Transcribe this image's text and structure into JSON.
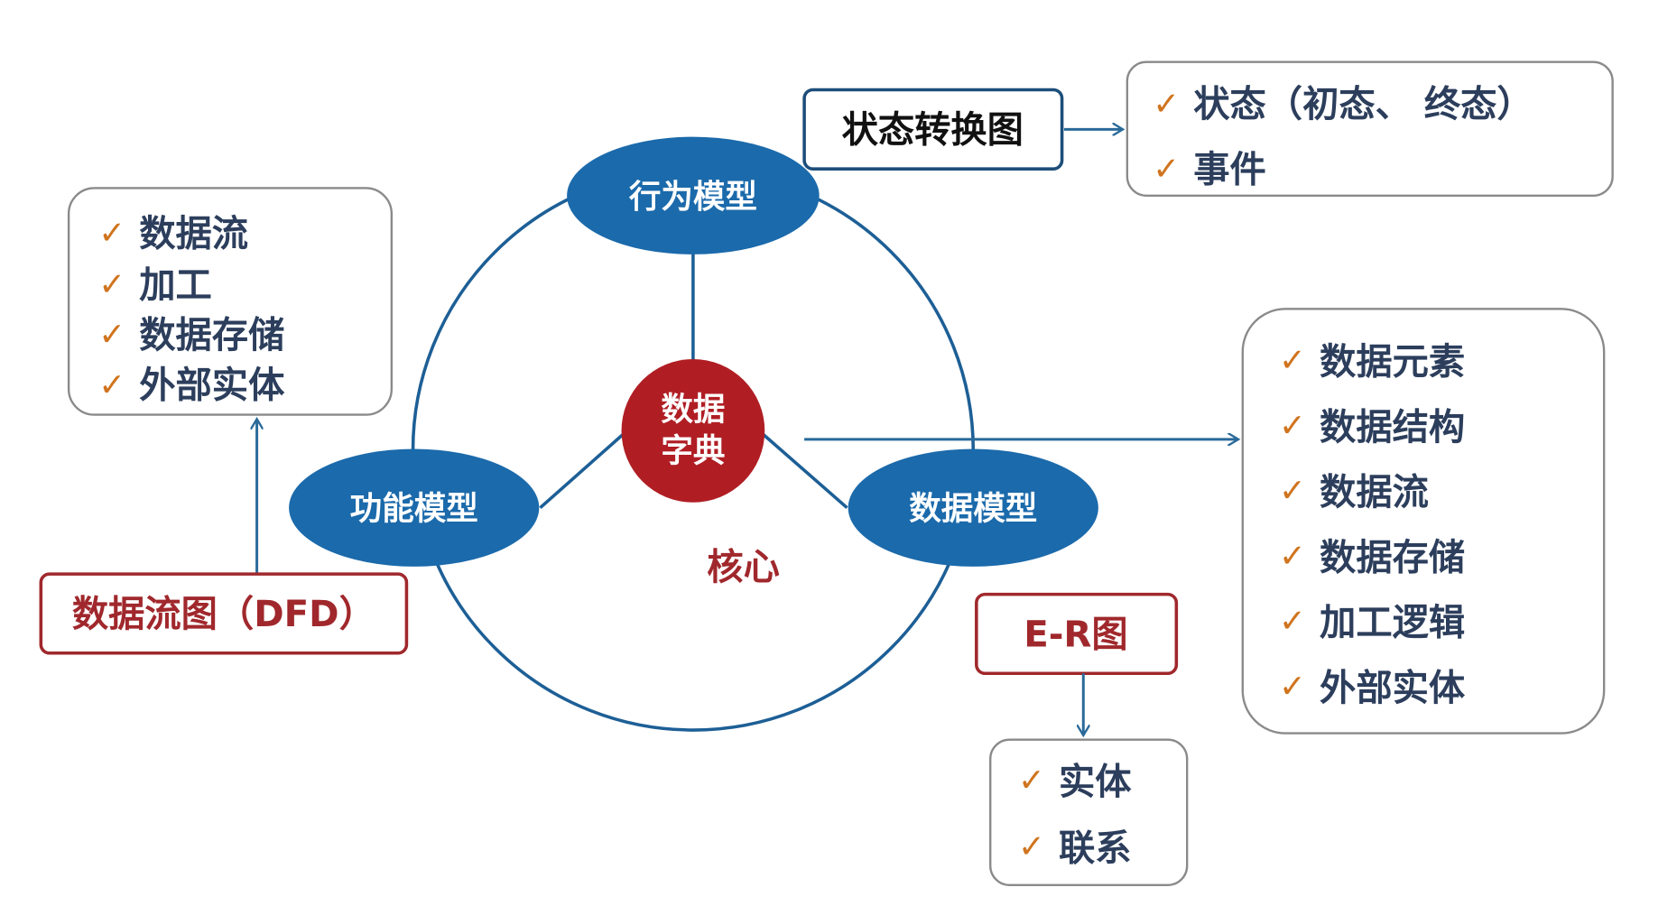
{
  "colors": {
    "blue": "#1b6aab",
    "red": "#b01e24",
    "border_gray": "#8a8a8a",
    "check": "#d0741e",
    "text": "#2c3e5c"
  },
  "center": {
    "line1": "数据",
    "line2": "字典",
    "label": "核心"
  },
  "models": {
    "behavior": "行为模型",
    "function": "功能模型",
    "data": "数据模型"
  },
  "state_diagram": {
    "title": "状态转换图",
    "items": [
      "状态（初态、 终态）",
      "事件"
    ]
  },
  "dfd": {
    "title": "数据流图（DFD）",
    "items": [
      "数据流",
      "加工",
      "数据存储",
      "外部实体"
    ]
  },
  "dictionary_items": [
    "数据元素",
    "数据结构",
    "数据流",
    "数据存储",
    "加工逻辑",
    "外部实体"
  ],
  "er": {
    "title": "E-R图",
    "items": [
      "实体",
      "联系"
    ]
  },
  "check_icon": "✓"
}
